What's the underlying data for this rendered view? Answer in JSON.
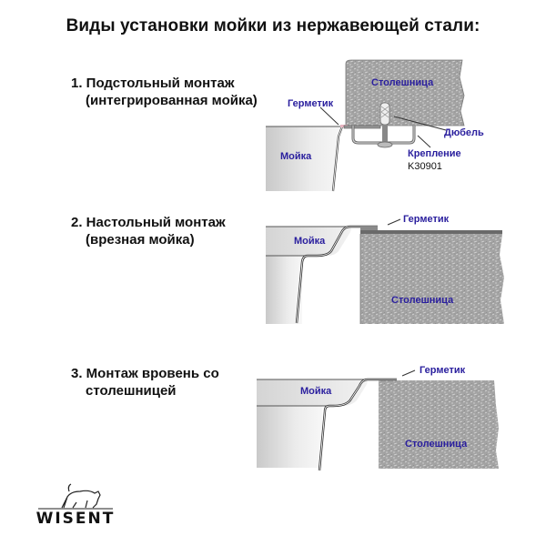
{
  "title": "Виды установки мойки из нержавеющей стали:",
  "sections": [
    {
      "line1": "1. Подстольный монтаж",
      "line2": "(интегрированная мойка)",
      "labels": {
        "countertop": "Столешница",
        "sealant": "Герметик",
        "sink": "Мойка",
        "dowel": "Дюбель",
        "mount": "Крепление",
        "mount_code": "K30901"
      }
    },
    {
      "line1": "2. Настольный монтаж",
      "line2": "(врезная мойка)",
      "labels": {
        "sealant": "Герметик",
        "sink": "Мойка",
        "countertop": "Столешница"
      }
    },
    {
      "line1": "3. Монтаж вровень со",
      "line2": "столешницей",
      "labels": {
        "sealant": "Герметик",
        "sink": "Мойка",
        "countertop": "Столешница"
      }
    }
  ],
  "logo": {
    "text": "WISENT",
    "icon": "bison-icon"
  },
  "colors": {
    "label_blue": "#2a1f9e",
    "countertop_gray": "#9c9c9c",
    "steel_light": "#e4e4e4"
  }
}
